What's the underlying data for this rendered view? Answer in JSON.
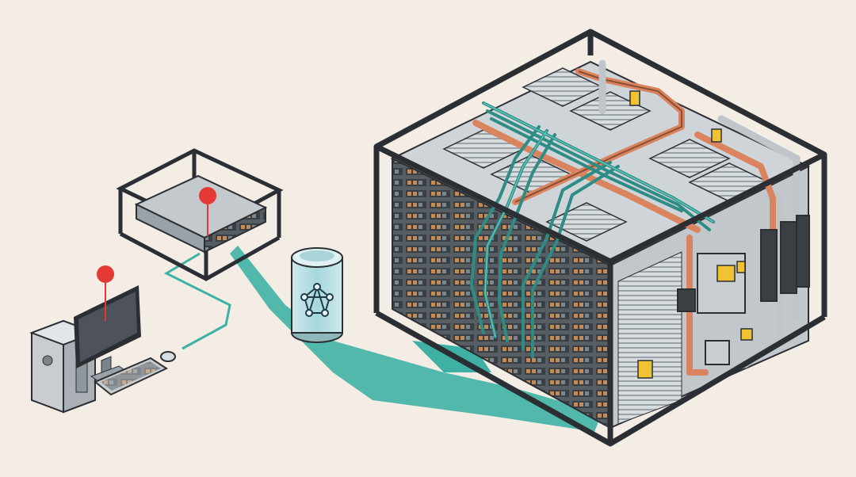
{
  "scene": {
    "subject": "isometric-illustration",
    "elements": [
      "desktop-computer",
      "small-server-box",
      "ai-model-canister",
      "datacenter-rack-cube",
      "cooling-pipes",
      "teal-network-cables"
    ]
  },
  "colors": {
    "background": "#f3ede6",
    "network_teal": "#3fb1a4",
    "cable_dark_teal": "#2e8c85",
    "pipe_copper": "#d9845f",
    "pipe_gray": "#bfc5c8",
    "frame_dark": "#2b2f33",
    "warning_yellow": "#f1c232",
    "marker_red": "#e53935"
  },
  "markers": [
    {
      "name": "marker-desktop",
      "color": "#e53935"
    },
    {
      "name": "marker-server",
      "color": "#e53935"
    }
  ],
  "icons": [
    "neural-network-icon",
    "warning-icon"
  ]
}
